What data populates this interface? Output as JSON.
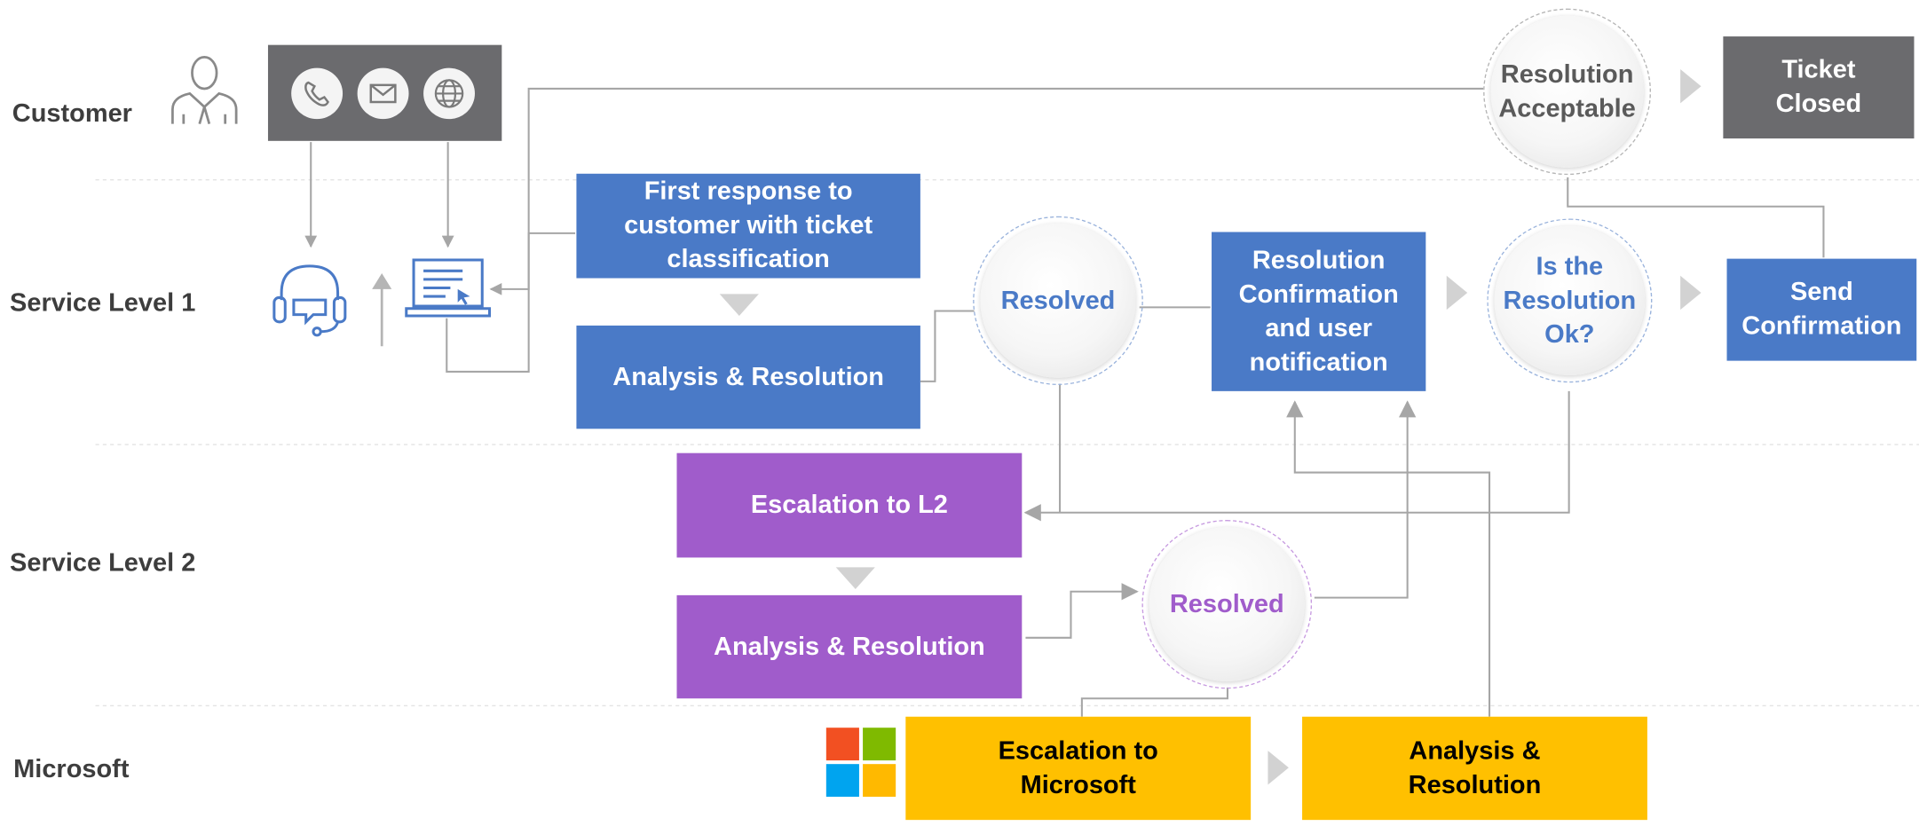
{
  "lanes": {
    "customer": "Customer",
    "level1": "Service Level 1",
    "level2": "Service Level 2",
    "microsoft": "Microsoft"
  },
  "nodes": {
    "first_response": "First response to customer with ticket classification",
    "analysis_l1": "Analysis & Resolution",
    "resolved_l1": "Resolved",
    "resolution_confirmation": "Resolution Confirmation and user notification",
    "is_resolution_ok": "Is the Resolution Ok?",
    "send_confirmation": "Send Confirmation",
    "resolution_acceptable": "Resolution Acceptable",
    "ticket_closed": "Ticket Closed",
    "escalation_l2": "Escalation to L2",
    "analysis_l2": "Analysis & Resolution",
    "resolved_l2": "Resolved",
    "escalation_microsoft": "Escalation to Microsoft",
    "analysis_microsoft": "Analysis & Resolution"
  },
  "icons": {
    "customer": "person-icon",
    "channels": [
      "phone-icon",
      "mail-icon",
      "globe-icon"
    ],
    "agent": "headset-icon",
    "upload": "up-arrow-icon",
    "ticket_system": "laptop-icon",
    "vendor": "microsoft-logo-icon"
  },
  "colors": {
    "level1": "#4a7ac7",
    "level2": "#a05ccb",
    "microsoft": "#ffc000",
    "customer": "#6b6b6e",
    "connector": "#a6a6a6",
    "lane_divider": "#e3e3e3"
  }
}
